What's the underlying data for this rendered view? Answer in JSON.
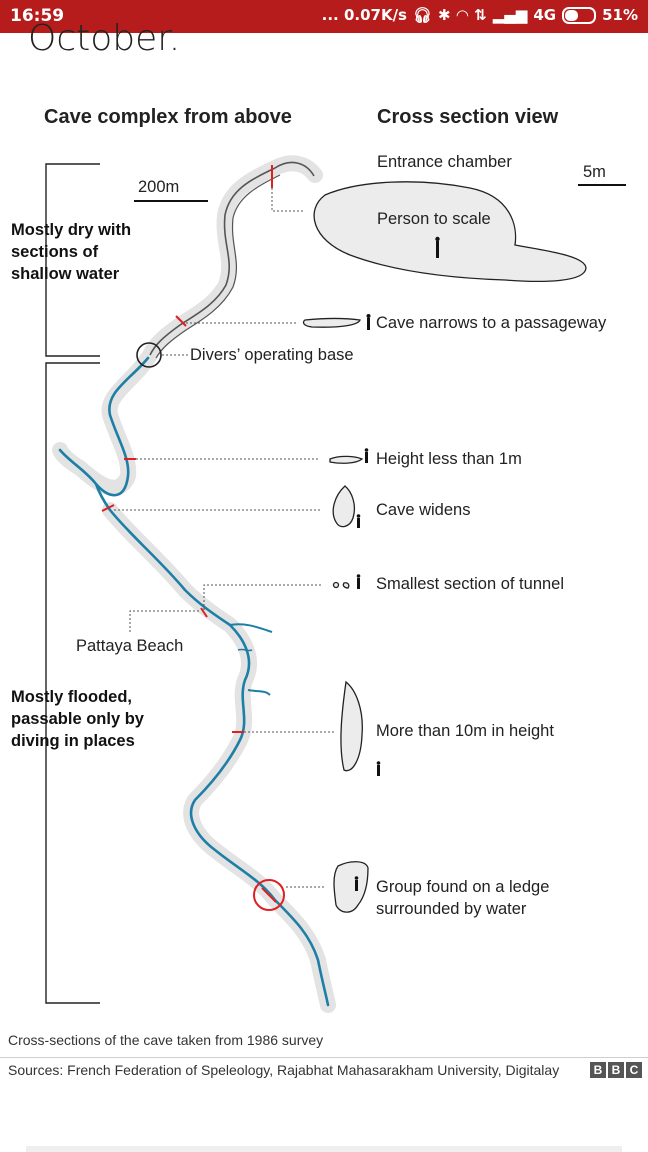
{
  "status_bar": {
    "time": "16:59",
    "network_speed": "... 0.07K/s",
    "network_type": "4G",
    "battery": "51%",
    "icons": [
      "headphones-icon",
      "bluetooth-icon",
      "wifi-icon",
      "data-transfer-icon",
      "signal-icon",
      "battery-icon"
    ]
  },
  "article": {
    "cut_off_text": "October."
  },
  "graphic": {
    "heading_left": "Cave complex from above",
    "heading_right": "Cross section view",
    "scale_map": "200m",
    "scale_cross": "5m",
    "zones": {
      "dry": [
        "Mostly dry with",
        "sections of",
        "shallow water"
      ],
      "flooded": [
        "Mostly flooded,",
        "passable only by",
        "diving in places"
      ]
    },
    "labels": {
      "entrance_chamber": "Entrance chamber",
      "person_to_scale": "Person to scale",
      "narrows": "Cave narrows to a passageway",
      "divers_base": "Divers’ operating base",
      "height_less": "Height less than 1m",
      "cave_widens": "Cave widens",
      "smallest": "Smallest section of tunnel",
      "pattaya": "Pattaya Beach",
      "tall": "More than 10m in height",
      "group_found": [
        "Group found on a ledge",
        "surrounded by water"
      ]
    },
    "colors": {
      "water": "#1d7fa6",
      "dry_passage": "#555555",
      "halo": "#e3e3e3",
      "marker": "#e02020",
      "cross_section_fill": "#ececec"
    }
  },
  "caption": "Cross-sections of the cave taken from 1986 survey",
  "sources": "Sources: French Federation of Speleology, Rajabhat Mahasarakham University, Digitalay",
  "brand": [
    "B",
    "B",
    "C"
  ]
}
